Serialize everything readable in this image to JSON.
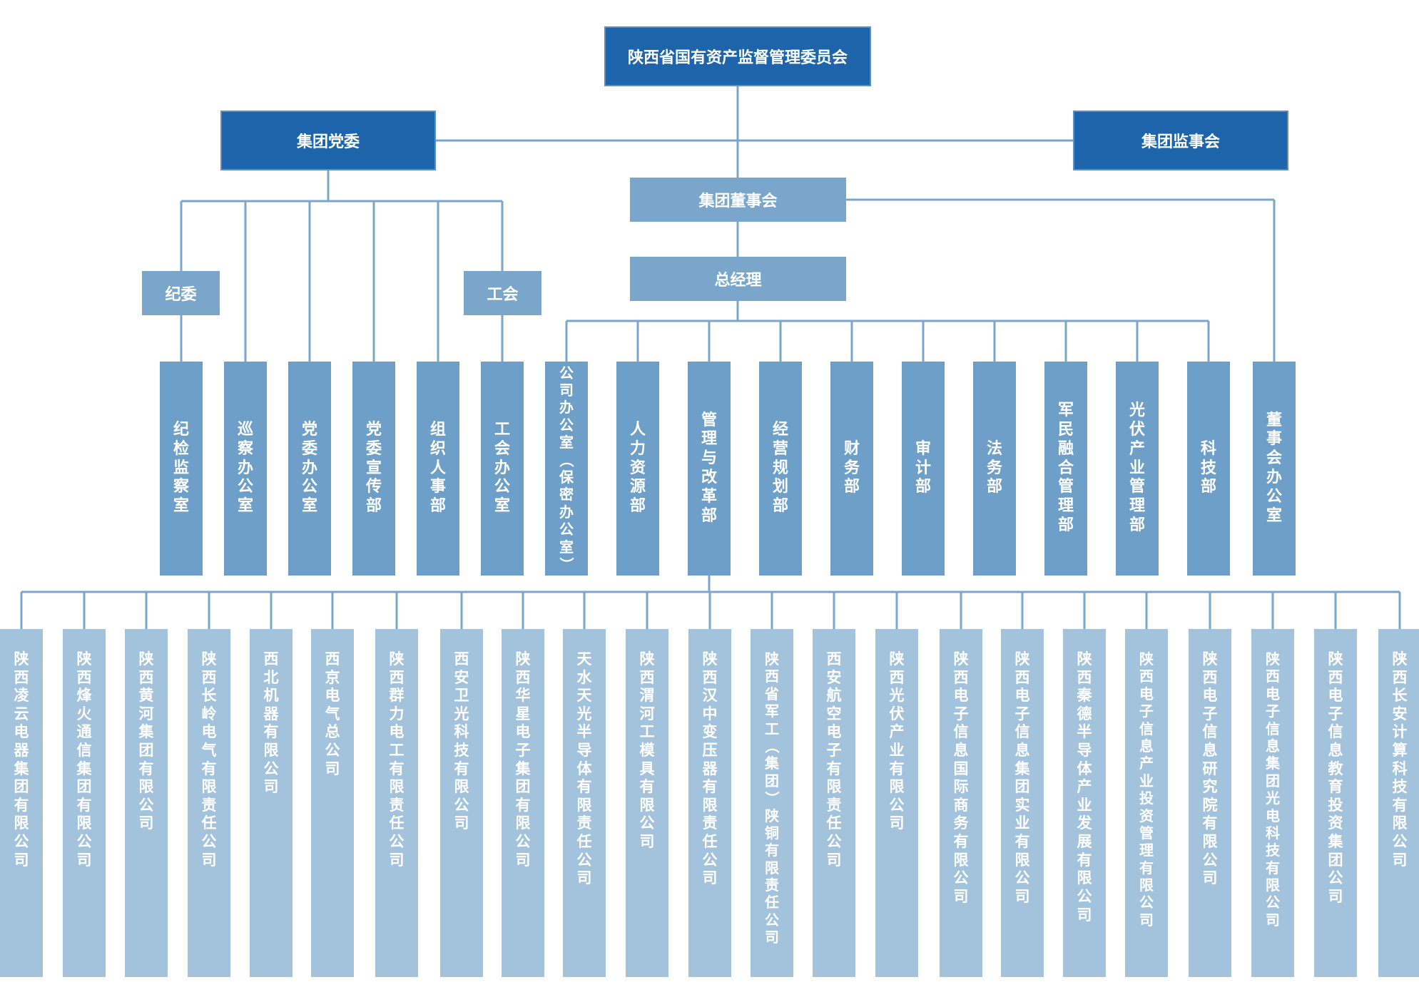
{
  "top": {
    "label": "陕西省国有资产监督管理委员会"
  },
  "party_committee": {
    "label": "集团党委"
  },
  "supervisory_board": {
    "label": "集团监事会"
  },
  "board": {
    "label": "集团董事会"
  },
  "general_manager": {
    "label": "总经理"
  },
  "discipline_committee": {
    "label": "纪委"
  },
  "union": {
    "label": "工会"
  },
  "departments": [
    "纪检监察室",
    "巡察办公室",
    "党委办公室",
    "党委宣传部",
    "组织人事部",
    "工会办公室",
    "公司办公室（保密办公室）",
    "人力资源部",
    "管理与改革部",
    "经营规划部",
    "财务部",
    "审计部",
    "法务部",
    "军民融合管理部",
    "光伏产业管理部",
    "科技部",
    "董事会办公室"
  ],
  "subsidiaries": [
    "陕西凌云电器集团有限公司",
    "陕西烽火通信集团有限公司",
    "陕西黄河集团有限公司",
    "陕西长岭电气有限责任公司",
    "西北机器有限公司",
    "西京电气总公司",
    "陕西群力电工有限责任公司",
    "西安卫光科技有限公司",
    "陕西华星电子集团有限公司",
    "天水天光半导体有限责任公司",
    "陕西渭河工模具有限公司",
    "陕西汉中变压器有限责任公司",
    "陕西省军工（集团）陕铜有限责任公司",
    "西安航空电子有限责任公司",
    "陕西光伏产业有限公司",
    "陕西电子信息国际商务有限公司",
    "陕西电子信息集团实业有限公司",
    "陕西秦德半导体产业发展有限公司",
    "陕西电子信息产业投资管理有限公司",
    "陕西电子信息研究院有限公司",
    "陕西电子信息集团光电科技有限公司",
    "陕西电子信息教育投资集团公司",
    "陕西长安计算科技有限公司"
  ],
  "colors": {
    "line": "#7aa6cc",
    "dark_box": "#1e64aa",
    "mid_box": "#7aa6cc",
    "dept_box": "#6e9fc8",
    "sub_box": "#a3c2dc",
    "text": "#ffffff"
  }
}
